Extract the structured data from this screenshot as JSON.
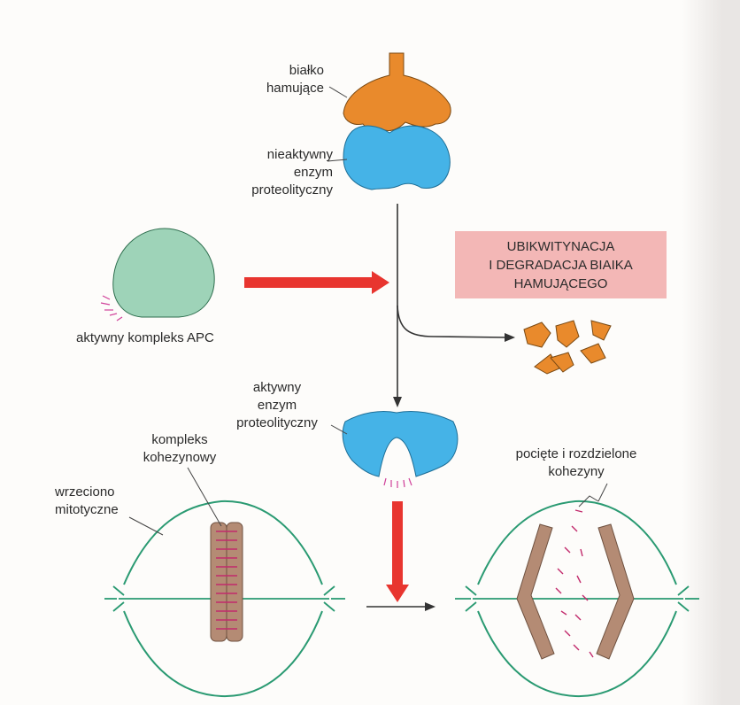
{
  "labels": {
    "inhibitor_protein": [
      "białko",
      "hamujące"
    ],
    "inactive_enzyme": [
      "nieaktywny",
      "enzym",
      "proteolityczny"
    ],
    "active_apc": "aktywny kompleks APC",
    "ubiquitination": [
      "UBIKWITYNACJA",
      "I DEGRADACJA BIAIKA",
      "HAMUJĄCEGO"
    ],
    "active_enzyme": [
      "aktywny",
      "enzym",
      "proteolityczny"
    ],
    "cohesin_complex": [
      "kompleks",
      "kohezynowy"
    ],
    "mitotic_spindle": [
      "wrzeciono",
      "mitotyczne"
    ],
    "cut_cohesins": [
      "pocięte i rozdzielone",
      "kohezyny"
    ]
  },
  "colors": {
    "inhibitor": "#e98a2c",
    "enzyme": "#45b3e7",
    "apc": "#9ed3b8",
    "arrow_red": "#e8352f",
    "spindle": "#2a9a72",
    "chromosome": "#b48b74",
    "cohesin": "#c22a6c",
    "box_bg": "#f3b7b6"
  }
}
